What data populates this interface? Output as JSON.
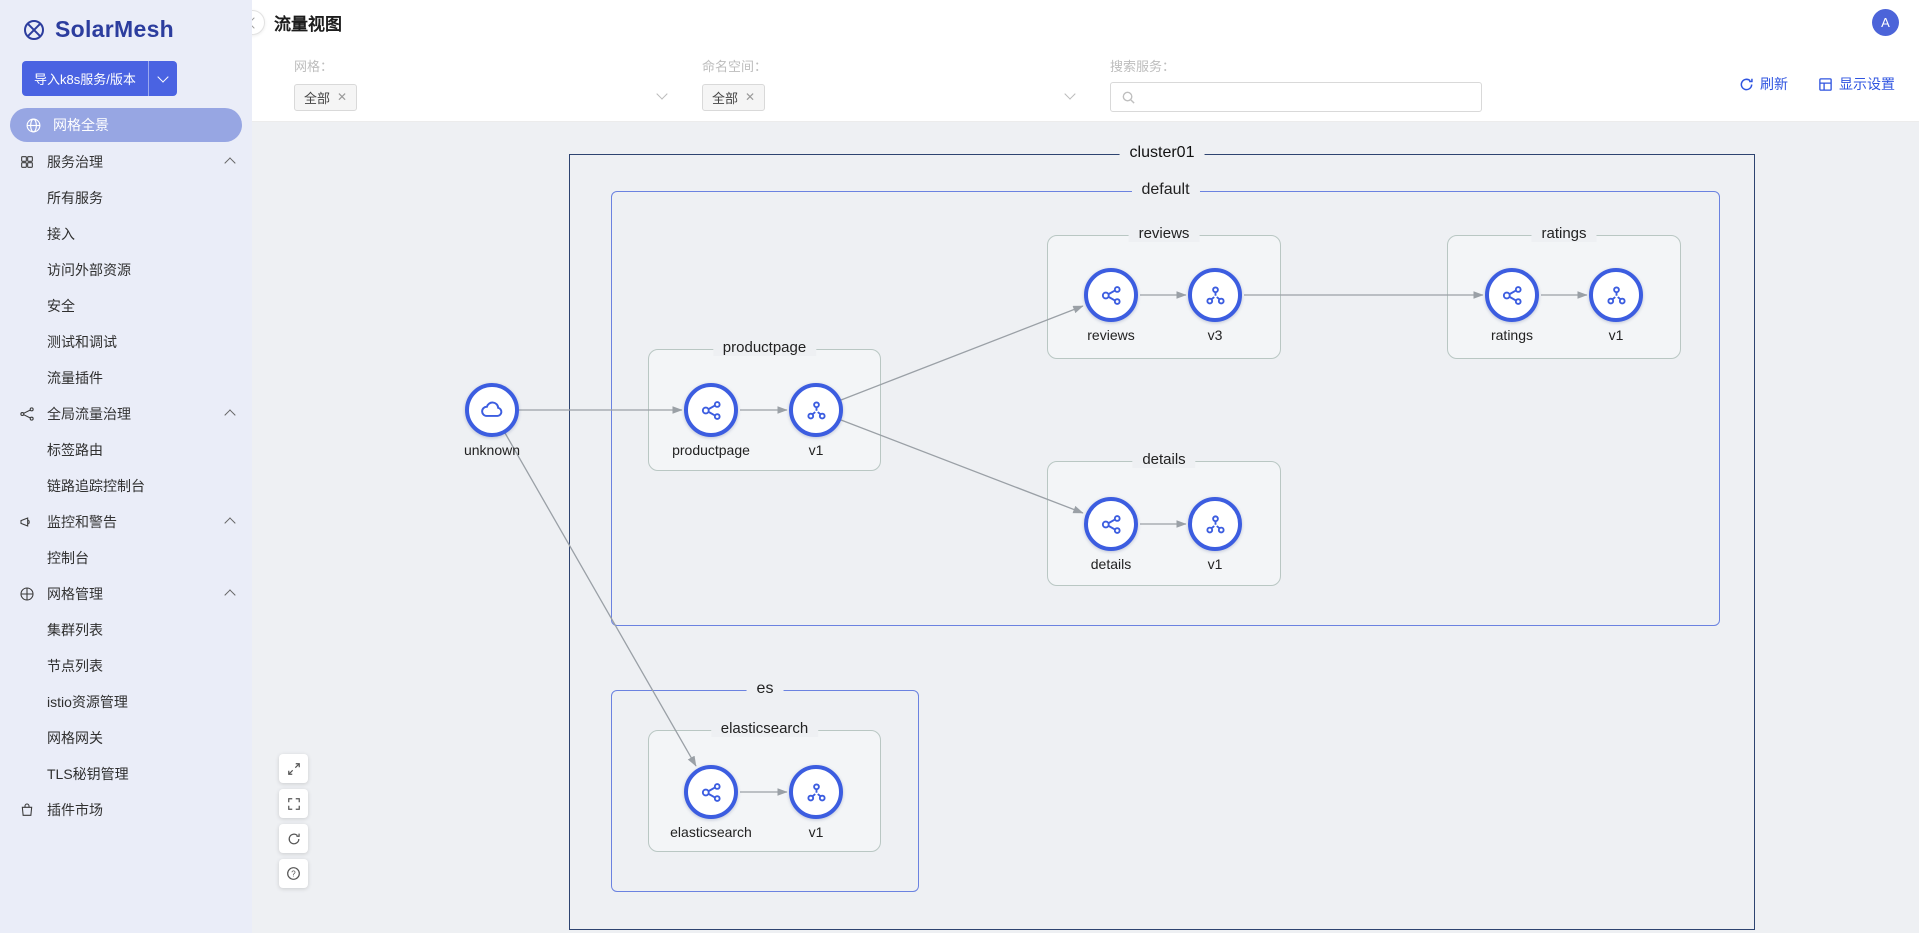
{
  "app": {
    "name": "SolarMesh",
    "avatar": "A"
  },
  "sidebar": {
    "import_button": "导入k8s服务/版本",
    "items": [
      {
        "label": "网格全景"
      },
      {
        "label": "服务治理"
      },
      {
        "label": "所有服务"
      },
      {
        "label": "接入"
      },
      {
        "label": "访问外部资源"
      },
      {
        "label": "安全"
      },
      {
        "label": "测试和调试"
      },
      {
        "label": "流量插件"
      },
      {
        "label": "全局流量治理"
      },
      {
        "label": "标签路由"
      },
      {
        "label": "链路追踪控制台"
      },
      {
        "label": "监控和警告"
      },
      {
        "label": "控制台"
      },
      {
        "label": "网格管理"
      },
      {
        "label": "集群列表"
      },
      {
        "label": "节点列表"
      },
      {
        "label": "istio资源管理"
      },
      {
        "label": "网格网关"
      },
      {
        "label": "TLS秘钥管理"
      },
      {
        "label": "插件市场"
      }
    ]
  },
  "header": {
    "title": "流量视图"
  },
  "filters": {
    "mesh_label": "网格：",
    "mesh_value": "全部",
    "namespace_label": "命名空间：",
    "namespace_value": "全部",
    "search_label": "搜索服务：",
    "search_value": "",
    "refresh": "刷新",
    "display_settings": "显示设置"
  },
  "graph": {
    "cluster": "cluster01",
    "namespaces": {
      "default": "default",
      "es": "es"
    },
    "groups": {
      "productpage": "productpage",
      "reviews": "reviews",
      "ratings": "ratings",
      "details": "details",
      "elasticsearch": "elasticsearch"
    },
    "nodes": {
      "unknown": "unknown",
      "productpage": "productpage",
      "productpage_v1": "v1",
      "reviews": "reviews",
      "reviews_v3": "v3",
      "ratings": "ratings",
      "ratings_v1": "v1",
      "details": "details",
      "details_v1": "v1",
      "elasticsearch": "elasticsearch",
      "elasticsearch_v1": "v1"
    }
  },
  "colors": {
    "primary": "#3c5de0",
    "sidebar_bg": "#eaedf8",
    "sidebar_active": "#97a6e3",
    "canvas_bg": "#eef0f3",
    "edge": "#9aa0a6",
    "cluster_border": "#2e4470",
    "namespace_border": "#6b82e0",
    "group_border": "#b9c7c3"
  }
}
